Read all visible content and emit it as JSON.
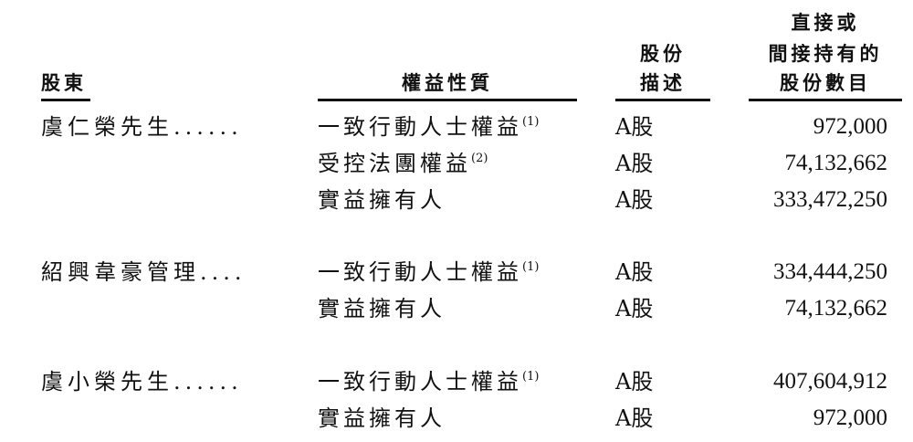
{
  "table": {
    "headers": {
      "shareholder": "股東",
      "nature_of_interest": "權益性質",
      "share_class_line1": "股份",
      "share_class_line2": "描述",
      "shares_line1": "直接或",
      "shares_line2": "間接持有的",
      "shares_line3": "股份數目"
    },
    "groups": [
      {
        "shareholder": "虞仁榮先生......",
        "rows": [
          {
            "nature": "一致行動人士權益",
            "note": "(1)",
            "class": "A股",
            "shares": "972,000"
          },
          {
            "nature": "受控法團權益",
            "note": "(2)",
            "class": "A股",
            "shares": "74,132,662"
          },
          {
            "nature": "實益擁有人",
            "note": "",
            "class": "A股",
            "shares": "333,472,250"
          }
        ]
      },
      {
        "shareholder": "紹興韋豪管理....",
        "rows": [
          {
            "nature": "一致行動人士權益",
            "note": "(1)",
            "class": "A股",
            "shares": "334,444,250"
          },
          {
            "nature": "實益擁有人",
            "note": "",
            "class": "A股",
            "shares": "74,132,662"
          }
        ]
      },
      {
        "shareholder": "虞小榮先生......",
        "rows": [
          {
            "nature": "一致行動人士權益",
            "note": "(1)",
            "class": "A股",
            "shares": "407,604,912"
          },
          {
            "nature": "實益擁有人",
            "note": "",
            "class": "A股",
            "shares": "972,000"
          }
        ]
      }
    ]
  }
}
